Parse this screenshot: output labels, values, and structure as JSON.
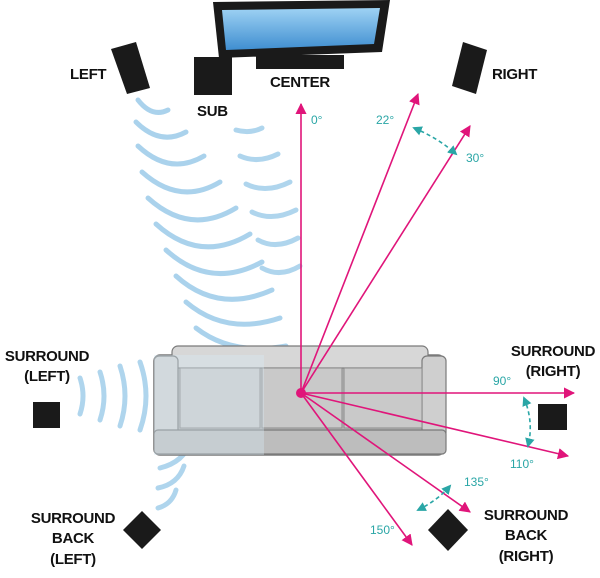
{
  "speakers": {
    "left": "LEFT",
    "sub": "SUB",
    "center": "CENTER",
    "right": "RIGHT",
    "surround_left": [
      "SURROUND",
      "(LEFT)"
    ],
    "surround_right": [
      "SURROUND",
      "(RIGHT)"
    ],
    "surround_back_left": [
      "SURROUND",
      "BACK",
      "(LEFT)"
    ],
    "surround_back_right": [
      "SURROUND",
      "BACK",
      "(RIGHT)"
    ]
  },
  "angles": {
    "a0": "0°",
    "a22": "22°",
    "a30": "30°",
    "a90": "90°",
    "a110": "110°",
    "a135": "135°",
    "a150": "150°"
  },
  "colors": {
    "ray": "#e0157a",
    "angle_arc": "#2aa6a6",
    "speaker": "#1a1a1a",
    "sofa": "#c8c8c8",
    "wave": "#8ec4e6"
  }
}
